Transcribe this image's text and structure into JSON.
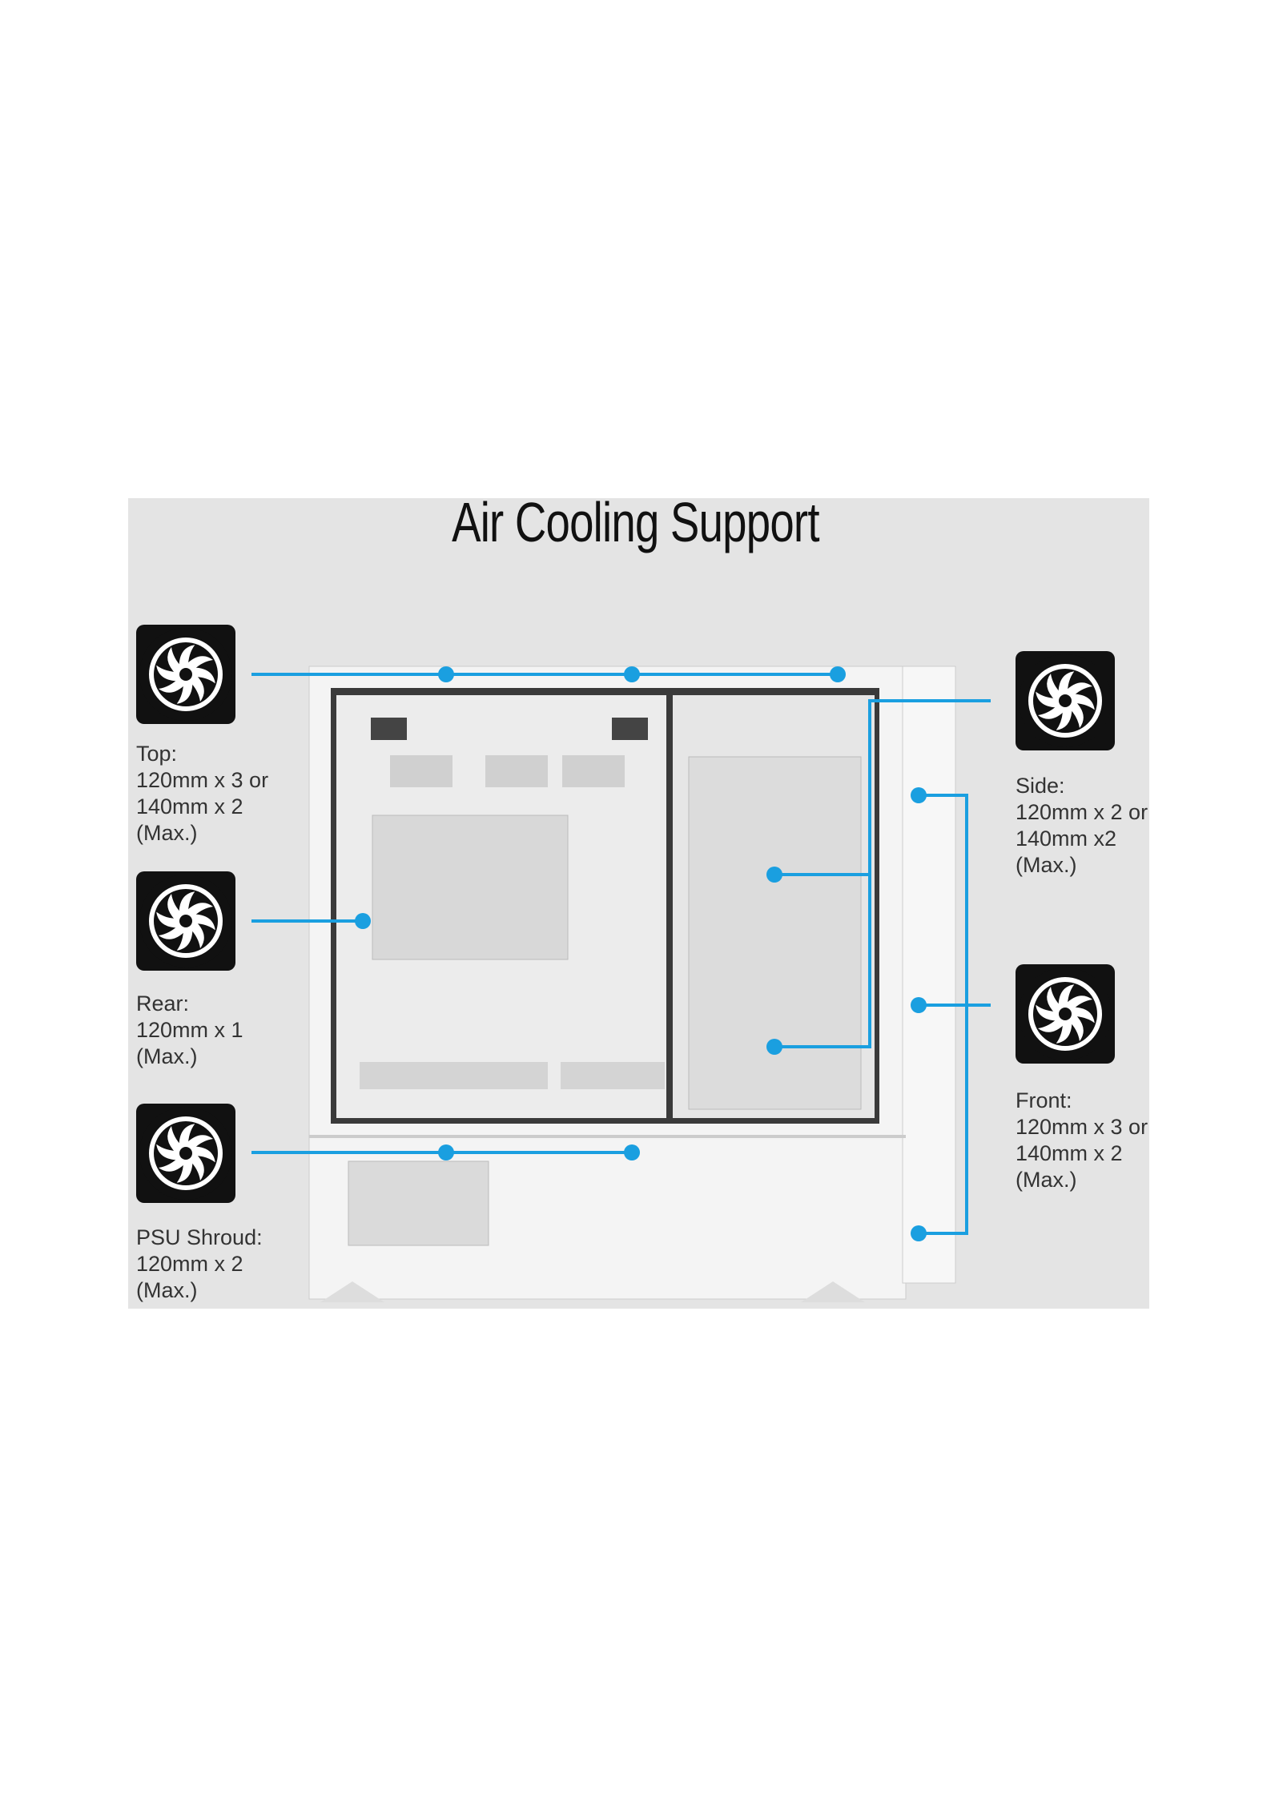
{
  "title": "Air Cooling Support",
  "accent_color": "#1a9fe0",
  "labels": {
    "top": [
      "Top:",
      "120mm x 3 or",
      "140mm x 2",
      "(Max.)"
    ],
    "rear": [
      "Rear:",
      "120mm x 1",
      "(Max.)"
    ],
    "psu": [
      "PSU Shroud:",
      "120mm x 2",
      "(Max.)"
    ],
    "side": [
      "Side:",
      "120mm x 2 or",
      "140mm x2",
      "(Max.)"
    ],
    "front": [
      "Front:",
      "120mm x 3 or",
      "140mm x 2",
      "(Max.)"
    ]
  },
  "icons": [
    "fan-icon"
  ]
}
